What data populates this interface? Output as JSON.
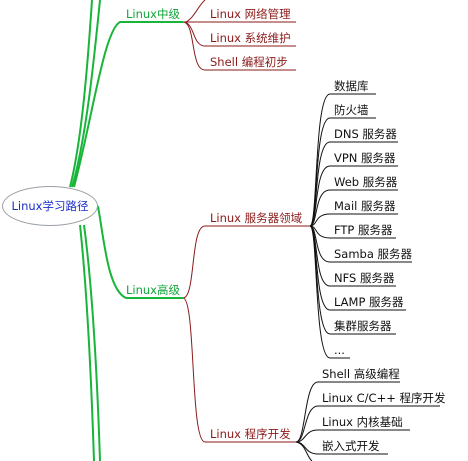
{
  "mindmap": {
    "root": "Linux学习路径",
    "mid": {
      "label": "Linux中级",
      "children": [
        "Linux 网络管理",
        "Linux 系统维护",
        "Shell 编程初步"
      ]
    },
    "senior": {
      "label": "Linux高级",
      "server": {
        "label": "Linux 服务器领域",
        "children": [
          "数据库",
          "防火墙",
          "DNS 服务器",
          "VPN 服务器",
          "Web 服务器",
          "Mail 服务器",
          "FTP 服务器",
          "Samba 服务器",
          "NFS 服务器",
          "LAMP 服务器",
          "集群服务器",
          "..."
        ]
      },
      "dev": {
        "label": "Linux 程序开发",
        "children": [
          "Shell 高级编程",
          "Linux C/C++ 程序开发",
          "Linux 内核基础",
          "嵌入式开发"
        ]
      }
    }
  },
  "colors": {
    "green": "#12a53a",
    "red": "#8b1a1a",
    "black": "#111111",
    "blue": "#1a2fc8"
  }
}
